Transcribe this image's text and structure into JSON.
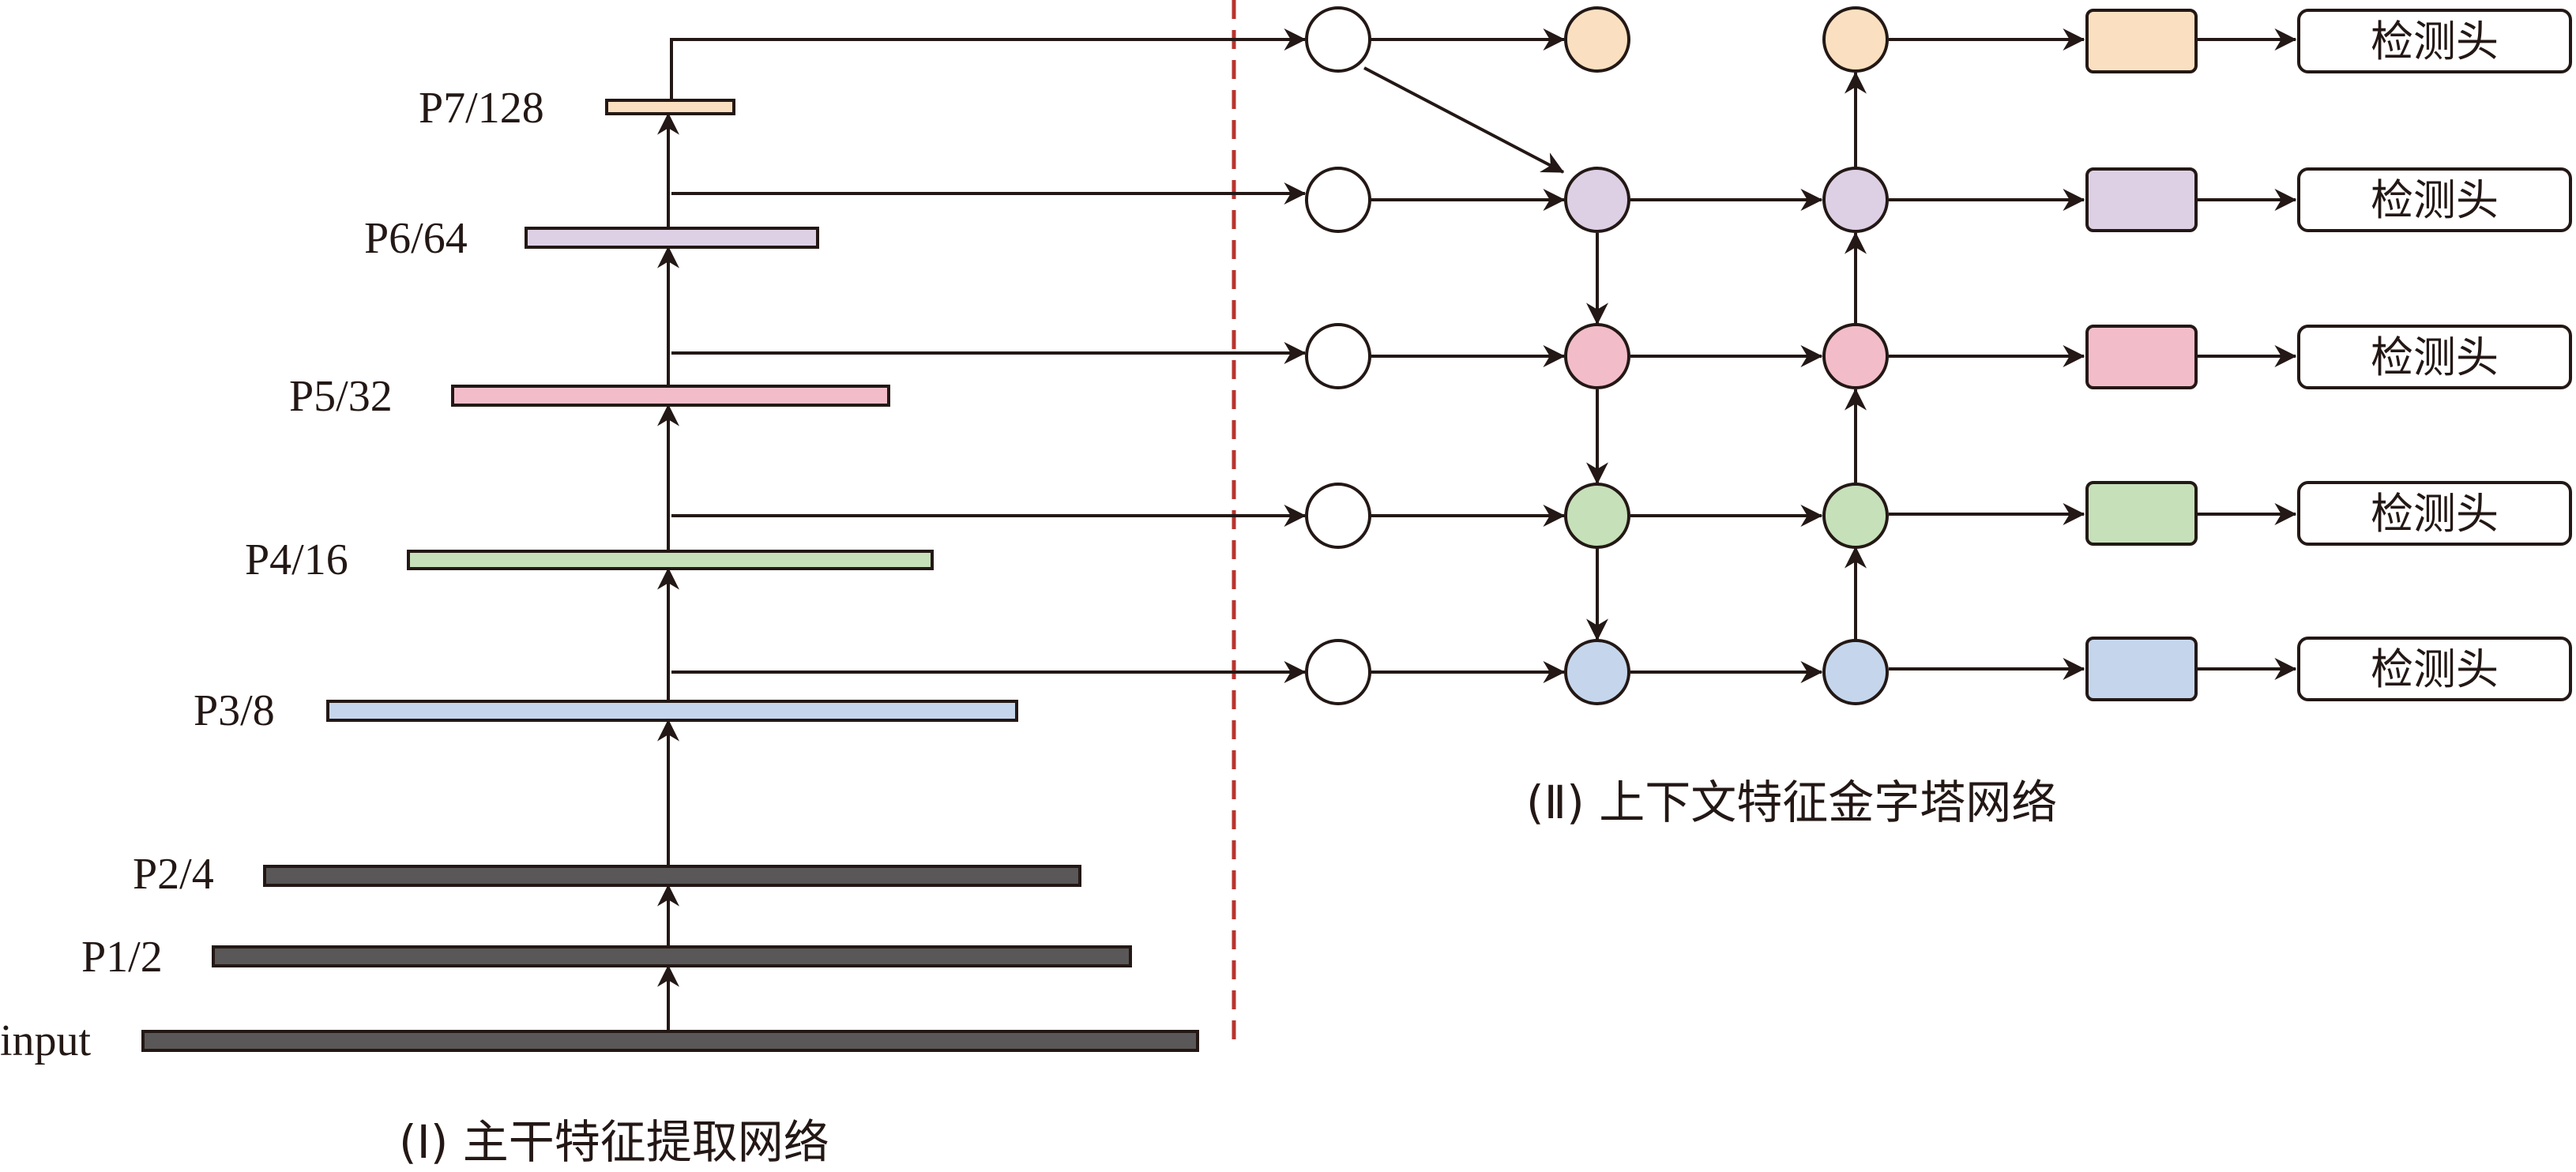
{
  "backbone": {
    "caption": "(Ⅰ) 主干特征提取网络",
    "levels": [
      {
        "label": "input",
        "color": "#595757"
      },
      {
        "label": "P1/2",
        "color": "#595757"
      },
      {
        "label": "P2/4",
        "color": "#595757"
      },
      {
        "label": "P3/8",
        "color": "#c5d6ec"
      },
      {
        "label": "P4/16",
        "color": "#c6e0b9"
      },
      {
        "label": "P5/32",
        "color": "#f3bcc9"
      },
      {
        "label": "P6/64",
        "color": "#ddd0e5"
      },
      {
        "label": "P7/128",
        "color": "#fae0c0"
      }
    ]
  },
  "pyramid": {
    "caption": "(Ⅱ) 上下文特征金字塔网络",
    "head_label": "检测头",
    "rows": [
      {
        "level": "P7",
        "color": "#fae0c0"
      },
      {
        "level": "P6",
        "color": "#ddd0e5"
      },
      {
        "level": "P5",
        "color": "#f3bcc9"
      },
      {
        "level": "P4",
        "color": "#c6e0b9"
      },
      {
        "level": "P3",
        "color": "#c5d6ec"
      }
    ]
  },
  "colors": {
    "stroke": "#231815",
    "divider": "#b9342f",
    "input_node": "#ffffff"
  }
}
